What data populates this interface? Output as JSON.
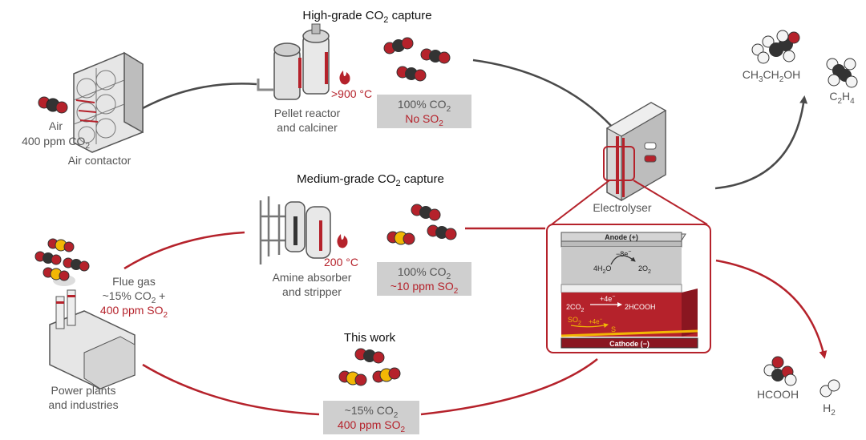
{
  "colors": {
    "red": "#b5222b",
    "dark_red": "#8a1620",
    "gray": "#4a4a4a",
    "light_gray": "#c8c8c8",
    "box_gray": "#cfcfcf",
    "yellow": "#f2b705",
    "text_gray": "#555555"
  },
  "air": {
    "label_line1": "Air",
    "label_line2": "400 ppm CO",
    "sub": "2",
    "contactor": "Air contactor"
  },
  "high_grade": {
    "title_pre": "High-grade CO",
    "title_sub": "2",
    "title_post": " capture",
    "device_line1": "Pellet reactor",
    "device_line2": "and calciner",
    "temp": ">900 °C",
    "box_line1": "100% CO",
    "box_line1_sub": "2",
    "box_line2": "No SO",
    "box_line2_sub": "2"
  },
  "medium_grade": {
    "title_pre": "Medium-grade CO",
    "title_sub": "2",
    "title_post": " capture",
    "device_line1": "Amine absorber",
    "device_line2": "and stripper",
    "temp": "200 °C",
    "box_line1": "100% CO",
    "box_line1_sub": "2",
    "box_line2": "~10 ppm SO",
    "box_line2_sub": "2"
  },
  "flue": {
    "line1": "Flue gas",
    "line2": "~15% CO",
    "line2_sub": "2",
    "line2_post": " +",
    "line3": "400 ppm SO",
    "line3_sub": "2",
    "source_line1": "Power plants",
    "source_line2": "and industries"
  },
  "this_work": {
    "title": "This work",
    "box_line1": "~15% CO",
    "box_line1_sub": "2",
    "box_line2": "400 ppm SO",
    "box_line2_sub": "2"
  },
  "electrolyser": {
    "label": "Electrolyser",
    "anode": "Anode (+)",
    "cathode": "Cathode (−)",
    "electrons_anode": "−8e",
    "electrons_anode_sup": "−",
    "water": "4H",
    "water_sub": "2",
    "water_post": "O",
    "oxygen": "2O",
    "oxygen_sub": "2",
    "co2_reactant": "2CO",
    "co2_reactant_sub": "2",
    "electrons_cathode": "+4e",
    "electrons_cathode_sup": "−",
    "formic_product": "2HCOOH",
    "so2_reactant": "SO",
    "so2_reactant_sub": "2",
    "electrons_s": "+4e",
    "electrons_s_sup": "−",
    "sulfur": "S"
  },
  "products": {
    "ethanol_pre": "CH",
    "ethanol_s1": "3",
    "ethanol_mid": "CH",
    "ethanol_s2": "2",
    "ethanol_post": "OH",
    "ethylene_pre": "C",
    "ethylene_s1": "2",
    "ethylene_mid": "H",
    "ethylene_s2": "4",
    "formic": "HCOOH",
    "hydrogen_pre": "H",
    "hydrogen_sub": "2"
  }
}
